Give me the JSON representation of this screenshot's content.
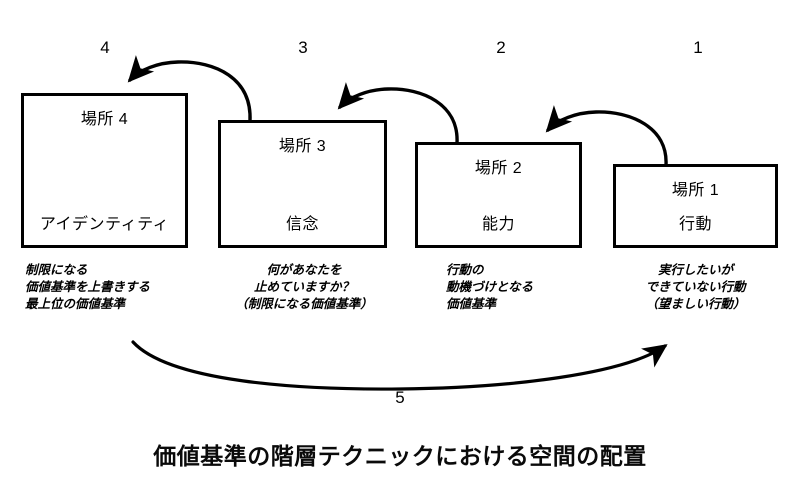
{
  "figure": {
    "title": "価値基準の階層テクニックにおける空間の配置"
  },
  "steps": [
    {
      "number": "4"
    },
    {
      "number": "3"
    },
    {
      "number": "2"
    },
    {
      "number": "1"
    }
  ],
  "levels": [
    {
      "id": "level-4",
      "place_label": "場所 4",
      "term": "アイデンティティ",
      "caption_lines": [
        "制限になる",
        "価値基準を上書きする",
        "最上位の価値基準"
      ]
    },
    {
      "id": "level-3",
      "place_label": "場所 3",
      "term": "信念",
      "caption_lines": [
        "何があなたを",
        "止めていますか？",
        "（制限になる価値基準）"
      ]
    },
    {
      "id": "level-2",
      "place_label": "場所 2",
      "term": "能力",
      "caption_lines": [
        "行動の",
        "動機づけとなる",
        "価値基準"
      ]
    },
    {
      "id": "level-1",
      "place_label": "場所 1",
      "term": "行動",
      "caption_lines": [
        "実行したいが",
        "できていない行動",
        "（望ましい行動）"
      ]
    }
  ],
  "loop": {
    "number": "5"
  },
  "colors": {
    "stroke": "#000000",
    "background": "#ffffff",
    "text": "#000000"
  }
}
